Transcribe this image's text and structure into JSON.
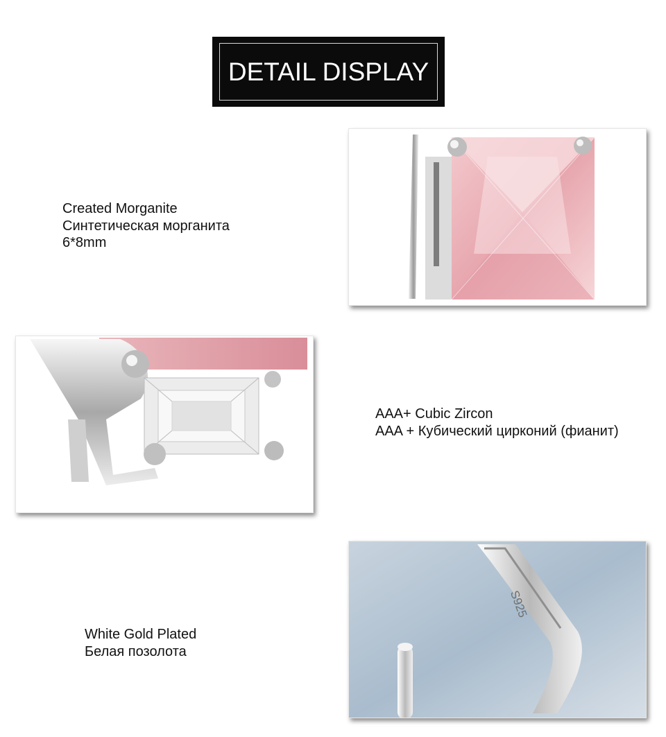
{
  "header": {
    "title": "DETAIL DISPLAY"
  },
  "details": [
    {
      "lines": [
        "Created Morganite",
        "Синтетическая морганита",
        "6*8mm"
      ],
      "image": "pink-morganite-closeup"
    },
    {
      "lines": [
        "AAA+ Cubic Zircon",
        "AAA + Кубический цирконий (фианит)"
      ],
      "image": "cubic-zircon-closeup"
    },
    {
      "lines": [
        "White Gold Plated",
        "Белая позолота"
      ],
      "image": "white-gold-hook-closeup",
      "engraving": "S925"
    }
  ]
}
